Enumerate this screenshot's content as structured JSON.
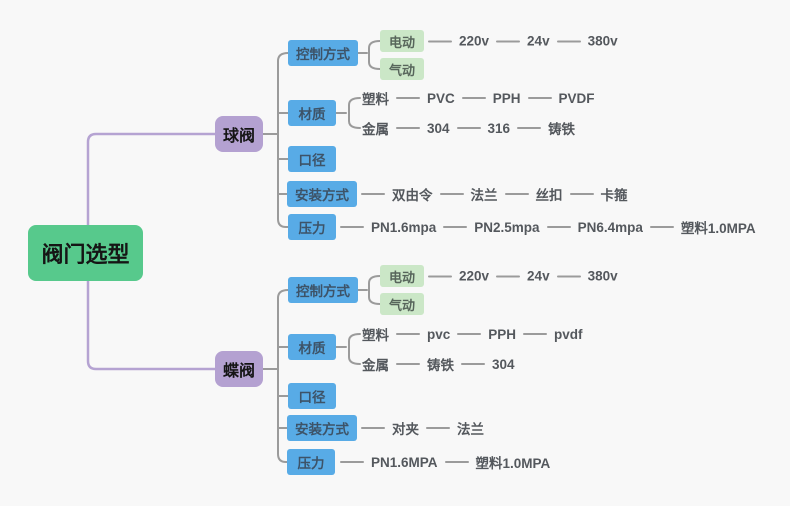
{
  "colors": {
    "background": "#f8f8f8",
    "root_bg": "#57c98c",
    "branch_bg": "#b4a1d1",
    "topic_bg": "#58abe6",
    "subtopic_bg": "#cbe7c7",
    "connector_gray": "#9b9b9b",
    "connector_purple": "#b5a3d2"
  },
  "root": {
    "label": "阀门选型"
  },
  "branches": [
    {
      "label": "球阀",
      "topics": [
        {
          "label": "控制方式",
          "subtopics": [
            {
              "label": "电动",
              "chain": [
                "220v",
                "24v",
                "380v"
              ]
            },
            {
              "label": "气动",
              "chain": []
            }
          ]
        },
        {
          "label": "材质",
          "subtopics": [
            {
              "label": "塑料",
              "chain": [
                "PVC",
                "PPH",
                "PVDF"
              ]
            },
            {
              "label": "金属",
              "chain": [
                "304",
                "316",
                "铸铁"
              ]
            }
          ]
        },
        {
          "label": "口径"
        },
        {
          "label": "安装方式",
          "chain": [
            "双由令",
            "法兰",
            "丝扣",
            "卡箍"
          ]
        },
        {
          "label": "压力",
          "chain": [
            "PN1.6mpa",
            "PN2.5mpa",
            "PN6.4mpa",
            "塑料1.0MPA"
          ]
        }
      ]
    },
    {
      "label": "蝶阀",
      "topics": [
        {
          "label": "控制方式",
          "subtopics": [
            {
              "label": "电动",
              "chain": [
                "220v",
                "24v",
                "380v"
              ]
            },
            {
              "label": "气动",
              "chain": []
            }
          ]
        },
        {
          "label": "材质",
          "subtopics": [
            {
              "label": "塑料",
              "chain": [
                "pvc",
                "PPH",
                "pvdf"
              ]
            },
            {
              "label": "金属",
              "chain": [
                "铸铁",
                "304"
              ]
            }
          ]
        },
        {
          "label": "口径"
        },
        {
          "label": "安装方式",
          "chain": [
            "对夹",
            "法兰"
          ]
        },
        {
          "label": "压力",
          "chain": [
            "PN1.6MPA",
            "塑料1.0MPA"
          ]
        }
      ]
    }
  ]
}
